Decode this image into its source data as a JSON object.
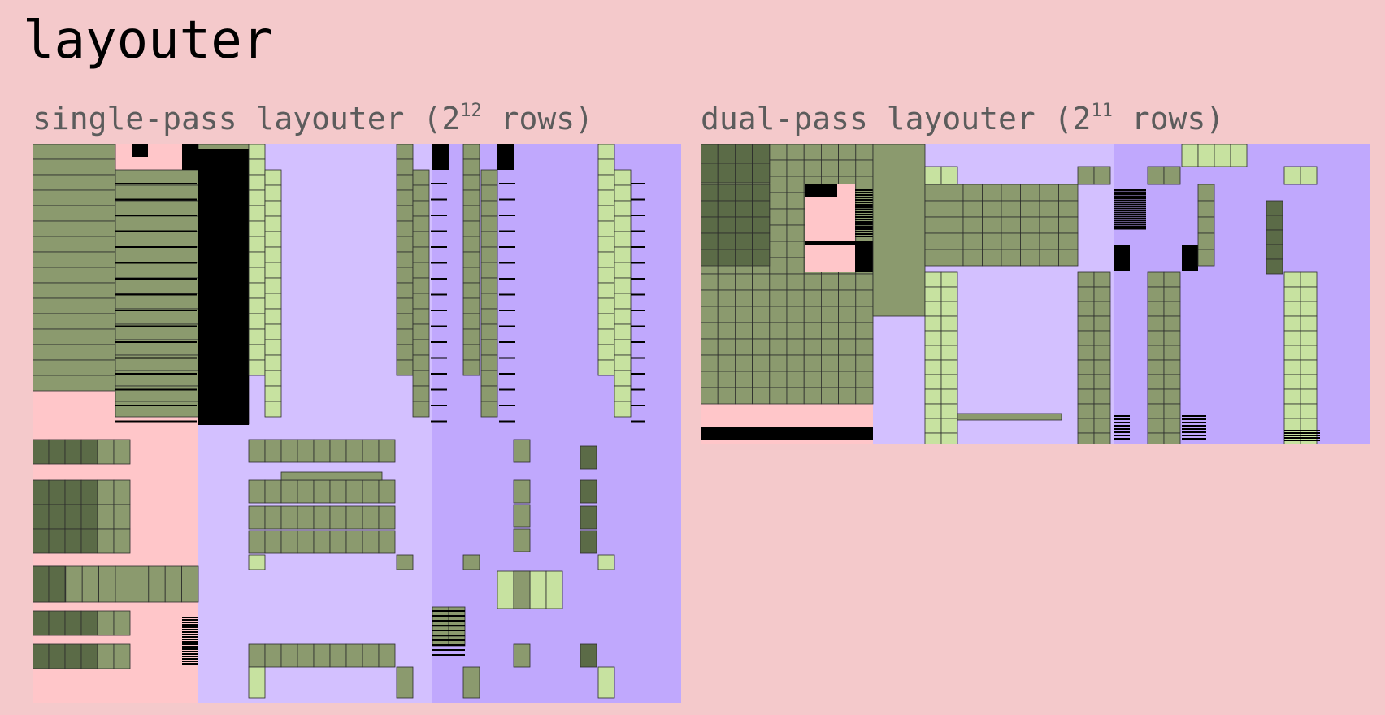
{
  "title": "layouter",
  "sections": [
    {
      "title_prefix": "single-pass layouter (2",
      "exponent": "12",
      "title_suffix": " rows)"
    },
    {
      "title_prefix": "dual-pass layouter (2",
      "exponent": "11",
      "title_suffix": " rows)"
    }
  ],
  "colors": {
    "background": "#f4c9cb",
    "region_pink": "#ffc6c9",
    "region_lavender": "#d3c0ff",
    "region_purple": "#c0a8fd",
    "cell_olive": "#8b9a6e",
    "cell_dark": "#5b6b47",
    "cell_light": "#c7e2a0",
    "fill_black": "#000000"
  }
}
